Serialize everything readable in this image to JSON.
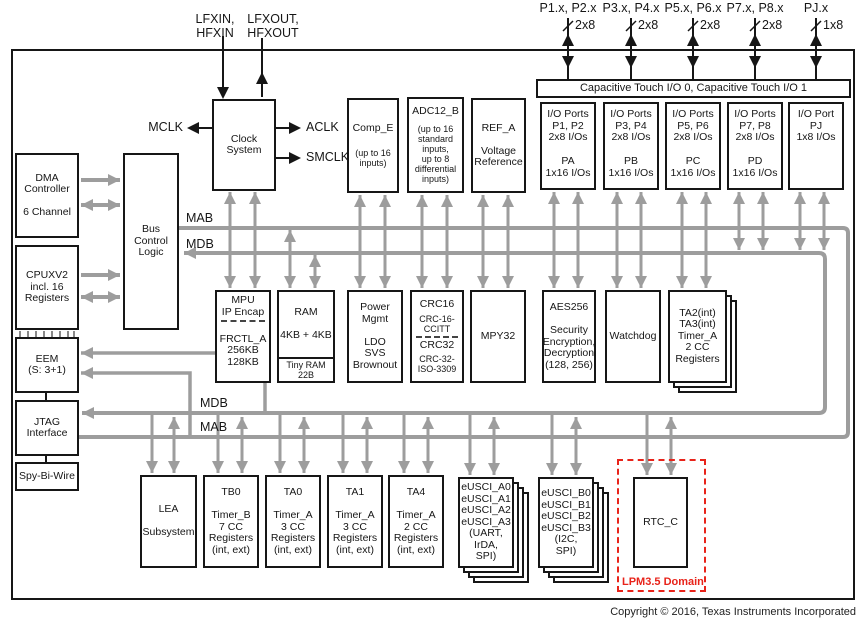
{
  "palette": {
    "line_gray": "#9d9d9d",
    "line_black": "#161616",
    "accent_red": "#e8231a"
  },
  "pins": {
    "lfxin": "LFXIN,\nHFXIN",
    "lfxout": "LFXOUT,\nHFXOUT",
    "mclk": "MCLK",
    "aclk": "ACLK",
    "smclk": "SMCLK",
    "ports": [
      {
        "label": "P1.x, P2.x",
        "width": "2x8"
      },
      {
        "label": "P3.x, P4.x",
        "width": "2x8"
      },
      {
        "label": "P5.x, P6.x",
        "width": "2x8"
      },
      {
        "label": "P7.x, P8.x",
        "width": "2x8"
      },
      {
        "label": "PJ.x",
        "width": "1x8"
      }
    ]
  },
  "buses": {
    "mab": "MAB",
    "mdb": "MDB"
  },
  "blocks": {
    "clock": "Clock\nSystem",
    "comp": {
      "title": "Comp_E",
      "sub": "(up to 16\ninputs)"
    },
    "adc": {
      "title": "ADC12_B",
      "sub": "(up to 16\nstandard\ninputs,\nup to 8\ndifferential\ninputs)"
    },
    "ref": "REF_A\n\nVoltage\nReference",
    "captouch": "Capacitive Touch I/O 0, Capacitive Touch I/O 1",
    "io": [
      {
        "top": "I/O Ports\nP1, P2\n2x8 I/Os",
        "bottom": "PA\n1x16 I/Os"
      },
      {
        "top": "I/O Ports\nP3, P4\n2x8 I/Os",
        "bottom": "PB\n1x16 I/Os"
      },
      {
        "top": "I/O Ports\nP5, P6\n2x8 I/Os",
        "bottom": "PC\n1x16 I/Os"
      },
      {
        "top": "I/O Ports\nP7, P8\n2x8 I/Os",
        "bottom": "PD\n1x16 I/Os"
      },
      {
        "top": "I/O Port\nPJ\n1x8 I/Os",
        "bottom": ""
      }
    ],
    "dma": "DMA\nController\n\n6 Channel",
    "bus_control": "Bus\nControl\nLogic",
    "cpu": "CPUXV2\nincl. 16\nRegisters",
    "eem": "EEM\n(S: 3+1)",
    "jtag": "JTAG\nInterface",
    "spybiwire": "Spy-Bi-Wire",
    "mpu": {
      "t1": "MPU\nIP Encap",
      "t2": "FRCTL_A\n256KB\n128KB"
    },
    "ram": {
      "main": "RAM\n\n4KB + 4KB",
      "sub": "Tiny RAM\n22B"
    },
    "power": "Power\nMgmt\n\nLDO\nSVS\nBrownout",
    "crc": {
      "t1": "CRC16",
      "s1": "CRC-16-\nCCITT",
      "t2": "CRC32",
      "s2": "CRC-32-\nISO-3309"
    },
    "mpy": "MPY32",
    "aes": "AES256\n\nSecurity\nEncryption,\nDecryption\n(128, 256)",
    "watchdog": "Watchdog",
    "ta23": "TA2(int)\nTA3(int)\nTimer_A\n2 CC\nRegisters",
    "lea": "LEA\n\nSubsystem",
    "tb0": "TB0\n\nTimer_B\n7 CC\nRegisters\n(int, ext)",
    "ta0": "TA0\n\nTimer_A\n3 CC\nRegisters\n(int, ext)",
    "ta1": "TA1\n\nTimer_A\n3 CC\nRegisters\n(int, ext)",
    "ta4": "TA4\n\nTimer_A\n2 CC\nRegisters\n(int, ext)",
    "usci_a": "eUSCI_A0\neUSCI_A1\neUSCI_A2\neUSCI_A3\n(UART,\nIrDA,\nSPI)",
    "usci_b": "eUSCI_B0\neUSCI_B1\neUSCI_B2\neUSCI_B3\n(I2C,\nSPI)",
    "rtc": "RTC_C",
    "lpm_domain": "LPM3.5 Domain"
  },
  "footer": {
    "copyright": "Copyright © 2016, Texas Instruments Incorporated"
  }
}
